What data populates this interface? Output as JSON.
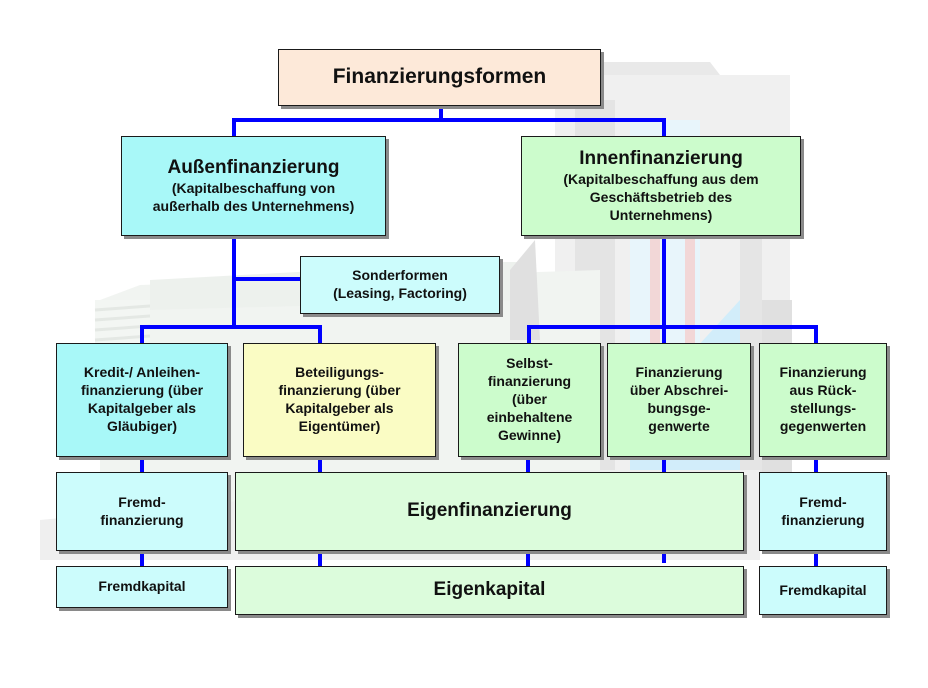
{
  "title": "Finanzierungsformen",
  "level1": {
    "aussen": {
      "title": "Außenfinanzierung",
      "subtitle_lines": [
        "(Kapitalbeschaffung von",
        "außerhalb des Unternehmens)"
      ]
    },
    "innen": {
      "title": "Innenfinanzierung",
      "subtitle_lines": [
        "(Kapitalbeschaffung aus dem",
        "Geschäftsbetrieb des",
        "Unternehmens)"
      ]
    }
  },
  "sonderformen": {
    "lines": [
      "Sonderformen",
      "(Leasing, Factoring)"
    ]
  },
  "level2": [
    {
      "lines": [
        "Kredit-/ Anleihen-",
        "finanzierung (über",
        "Kapitalgeber als",
        "Gläubiger)"
      ]
    },
    {
      "lines": [
        "Beteiligungs-",
        "finanzierung (über",
        "Kapitalgeber als",
        "Eigentümer)"
      ]
    },
    {
      "lines": [
        "Selbst-",
        "finanzierung",
        "(über",
        "einbehaltene",
        "Gewinne)"
      ]
    },
    {
      "lines": [
        "Finanzierung",
        "über Abschrei-",
        "bungsge-",
        "genwerte"
      ]
    },
    {
      "lines": [
        "Finanzierung",
        "aus Rück-",
        "stellungs-",
        "gegenwerten"
      ]
    }
  ],
  "level3": {
    "fremd_left": {
      "lines": [
        "Fremd-",
        "finanzierung"
      ]
    },
    "eigen": {
      "label": "Eigenfinanzierung"
    },
    "fremd_right": {
      "lines": [
        "Fremd-",
        "finanzierung"
      ]
    }
  },
  "level4": {
    "fremdkapital_left": "Fremdkapital",
    "eigenkapital": "Eigenkapital",
    "fremdkapital_right": "Fremdkapital"
  },
  "colors": {
    "connector": "#0000ff",
    "title_box": "#fde9d9",
    "aussen_box": "#a8f8f8",
    "innen_box": "#ccfccc",
    "beteiligung_box": "#fafcc4"
  }
}
